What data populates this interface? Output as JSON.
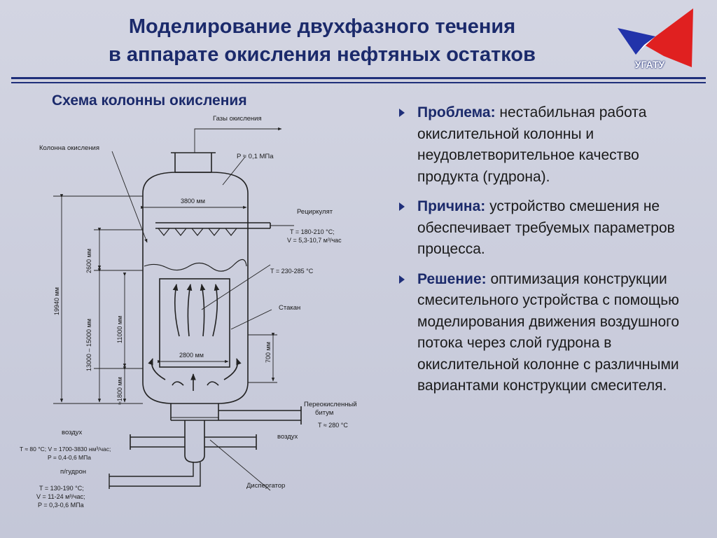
{
  "header": {
    "title_line1": "Моделирование двухфазного течения",
    "title_line2": "в аппарате окисления нефтяных остатков",
    "logo_text": "УГАТУ",
    "colors": {
      "title": "#1b2a6b",
      "logo_red": "#e02020",
      "logo_blue": "#2233aa"
    }
  },
  "diagram": {
    "subtitle": "Схема колонны окисления",
    "labels": {
      "gases": "Газы окисления",
      "column": "Колонна окисления",
      "pressure_top": "P ≈ 0,1 МПа",
      "diameter": "3800 мм",
      "recycle": "Рециркулят",
      "recycle_t": "T = 180-210 °C;",
      "recycle_v": "V = 5,3-10,7 м³/час",
      "d2600": "2600 мм",
      "height_total": "19940 мм",
      "height_range": "13000 – 15000 мм",
      "t_liquid": "T = 230-285 °C",
      "glass": "Стакан",
      "d11000": "11000 мм",
      "glass_width": "2800 мм",
      "d700": "700 мм",
      "d1800": "≈1800 мм",
      "bitumen1": "Переокисленный",
      "bitumen2": "битум",
      "bitumen_t": "T ≈ 280 °C",
      "air_left": "воздух",
      "air_left_params1": "T ≈ 80 °C; V = 1700-3830 нм³/час;",
      "air_left_params2": "P = 0,4-0,6 МПа",
      "air_right": "воздух",
      "tar": "п/гудрон",
      "tar_t": "T = 130-190 °C;",
      "tar_v": "V = 11-24 м³/час;",
      "tar_p": "P = 0,3-0,6 МПа",
      "disperser": "Диспергатор"
    }
  },
  "bullets": [
    {
      "head": "Проблема:",
      "text": " нестабильная работа окислительной колонны и неудовлетворительное качество продукта (гудрона)."
    },
    {
      "head": "Причина:",
      "text": " устройство смешения не обеспечивает требуемых параметров процесса."
    },
    {
      "head": "Решение:",
      "text": " оптимизация конструкции смесительного устройства с помощью моделирования движения воздушного потока через слой гудрона в окислительной колонне с различными вариантами конструкции смесителя."
    }
  ]
}
